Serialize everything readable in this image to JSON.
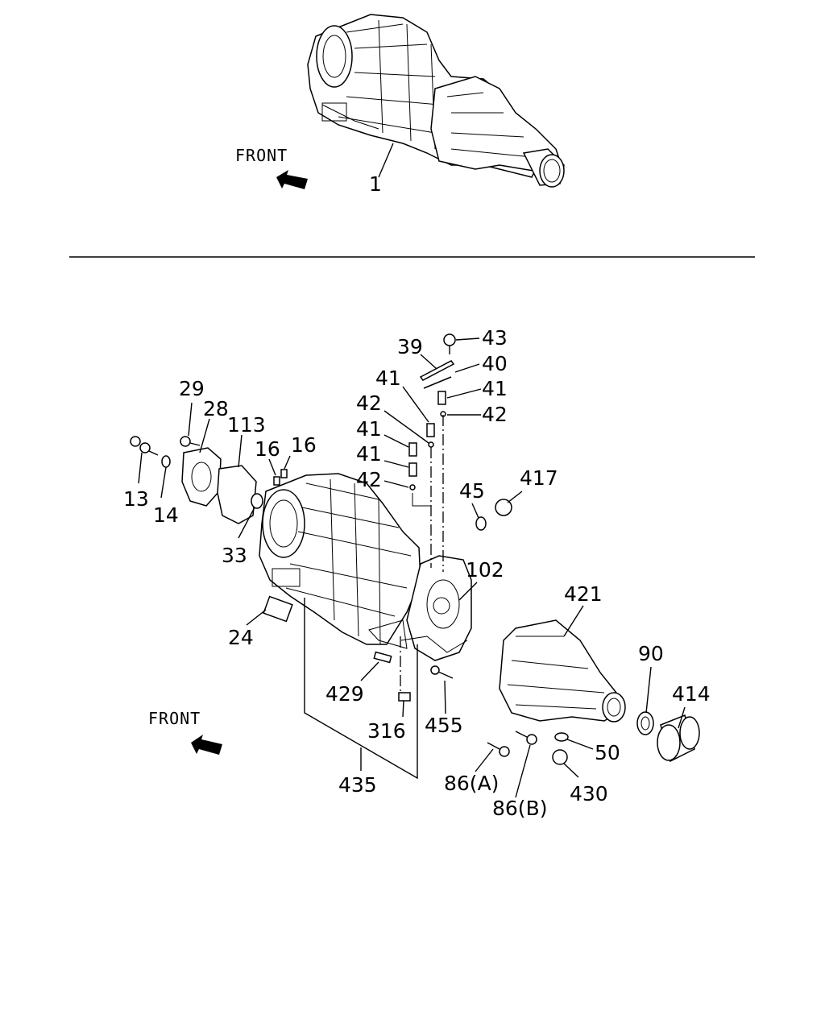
{
  "front_labels": [
    "FRONT",
    "FRONT"
  ],
  "callouts": {
    "p1": "1",
    "p43": "43",
    "p39": "39",
    "p40": "40",
    "p41a": "41",
    "p41b": "41",
    "p41c": "41",
    "p41d": "41",
    "p42a": "42",
    "p42b": "42",
    "p42c": "42",
    "p29": "29",
    "p28": "28",
    "p113": "113",
    "p16a": "16",
    "p16b": "16",
    "p13": "13",
    "p14": "14",
    "p33": "33",
    "p45": "45",
    "p417": "417",
    "p102": "102",
    "p421": "421",
    "p90": "90",
    "p414": "414",
    "p24": "24",
    "p429": "429",
    "p316": "316",
    "p455": "455",
    "p50": "50",
    "p86a": "86(A)",
    "p86b": "86(B)",
    "p430": "430",
    "p435": "435"
  },
  "icons": [
    "front-arrow-icon"
  ]
}
